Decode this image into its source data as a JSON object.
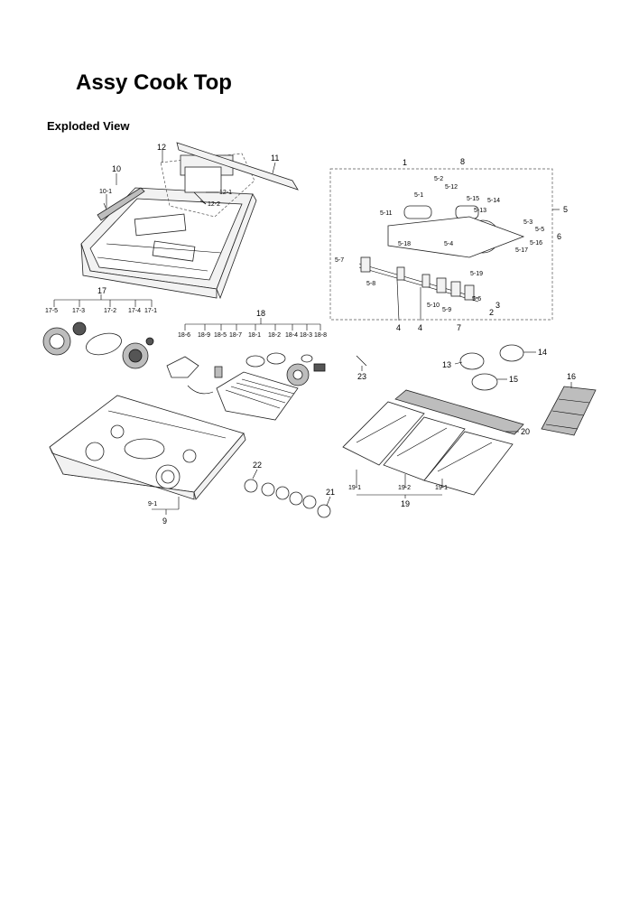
{
  "title": "Assy Cook Top",
  "subtitle": "Exploded View",
  "labels": {
    "l1": "1",
    "l2": "2",
    "l3": "3",
    "l4a": "4",
    "l4b": "4",
    "l5": "5",
    "l5_1": "5-1",
    "l5_2": "5-2",
    "l5_3": "5-3",
    "l5_4": "5-4",
    "l5_5": "5-5",
    "l5_6": "5-6",
    "l5_7": "5-7",
    "l5_8": "5-8",
    "l5_9": "5-9",
    "l5_10": "5-10",
    "l5_11": "5-11",
    "l5_12": "5-12",
    "l5_13": "5-13",
    "l5_14": "5-14",
    "l5_15": "5-15",
    "l5_16": "5-16",
    "l5_17": "5-17",
    "l5_18": "5-18",
    "l5_19": "5-19",
    "l6": "6",
    "l7": "7",
    "l8": "8",
    "l9": "9",
    "l9_1": "9-1",
    "l10": "10",
    "l10_1": "10-1",
    "l11": "11",
    "l12": "12",
    "l12_1": "12-1",
    "l12_2": "12-2",
    "l13": "13",
    "l14": "14",
    "l15": "15",
    "l16": "16",
    "l17": "17",
    "l17_1": "17-1",
    "l17_2": "17-2",
    "l17_3": "17-3",
    "l17_4": "17-4",
    "l17_5": "17-5",
    "l18": "18",
    "l18_1": "18-1",
    "l18_2": "18-2",
    "l18_3": "18-3",
    "l18_4": "18-4",
    "l18_5": "18-5",
    "l18_6": "18-6",
    "l18_7": "18-7",
    "l18_8": "18-8",
    "l18_9": "18-9",
    "l19": "19",
    "l19_1a": "19-1",
    "l19_2": "19-2",
    "l19_1b": "19-1",
    "l20": "20",
    "l21": "21",
    "l22": "22",
    "l23": "23"
  }
}
